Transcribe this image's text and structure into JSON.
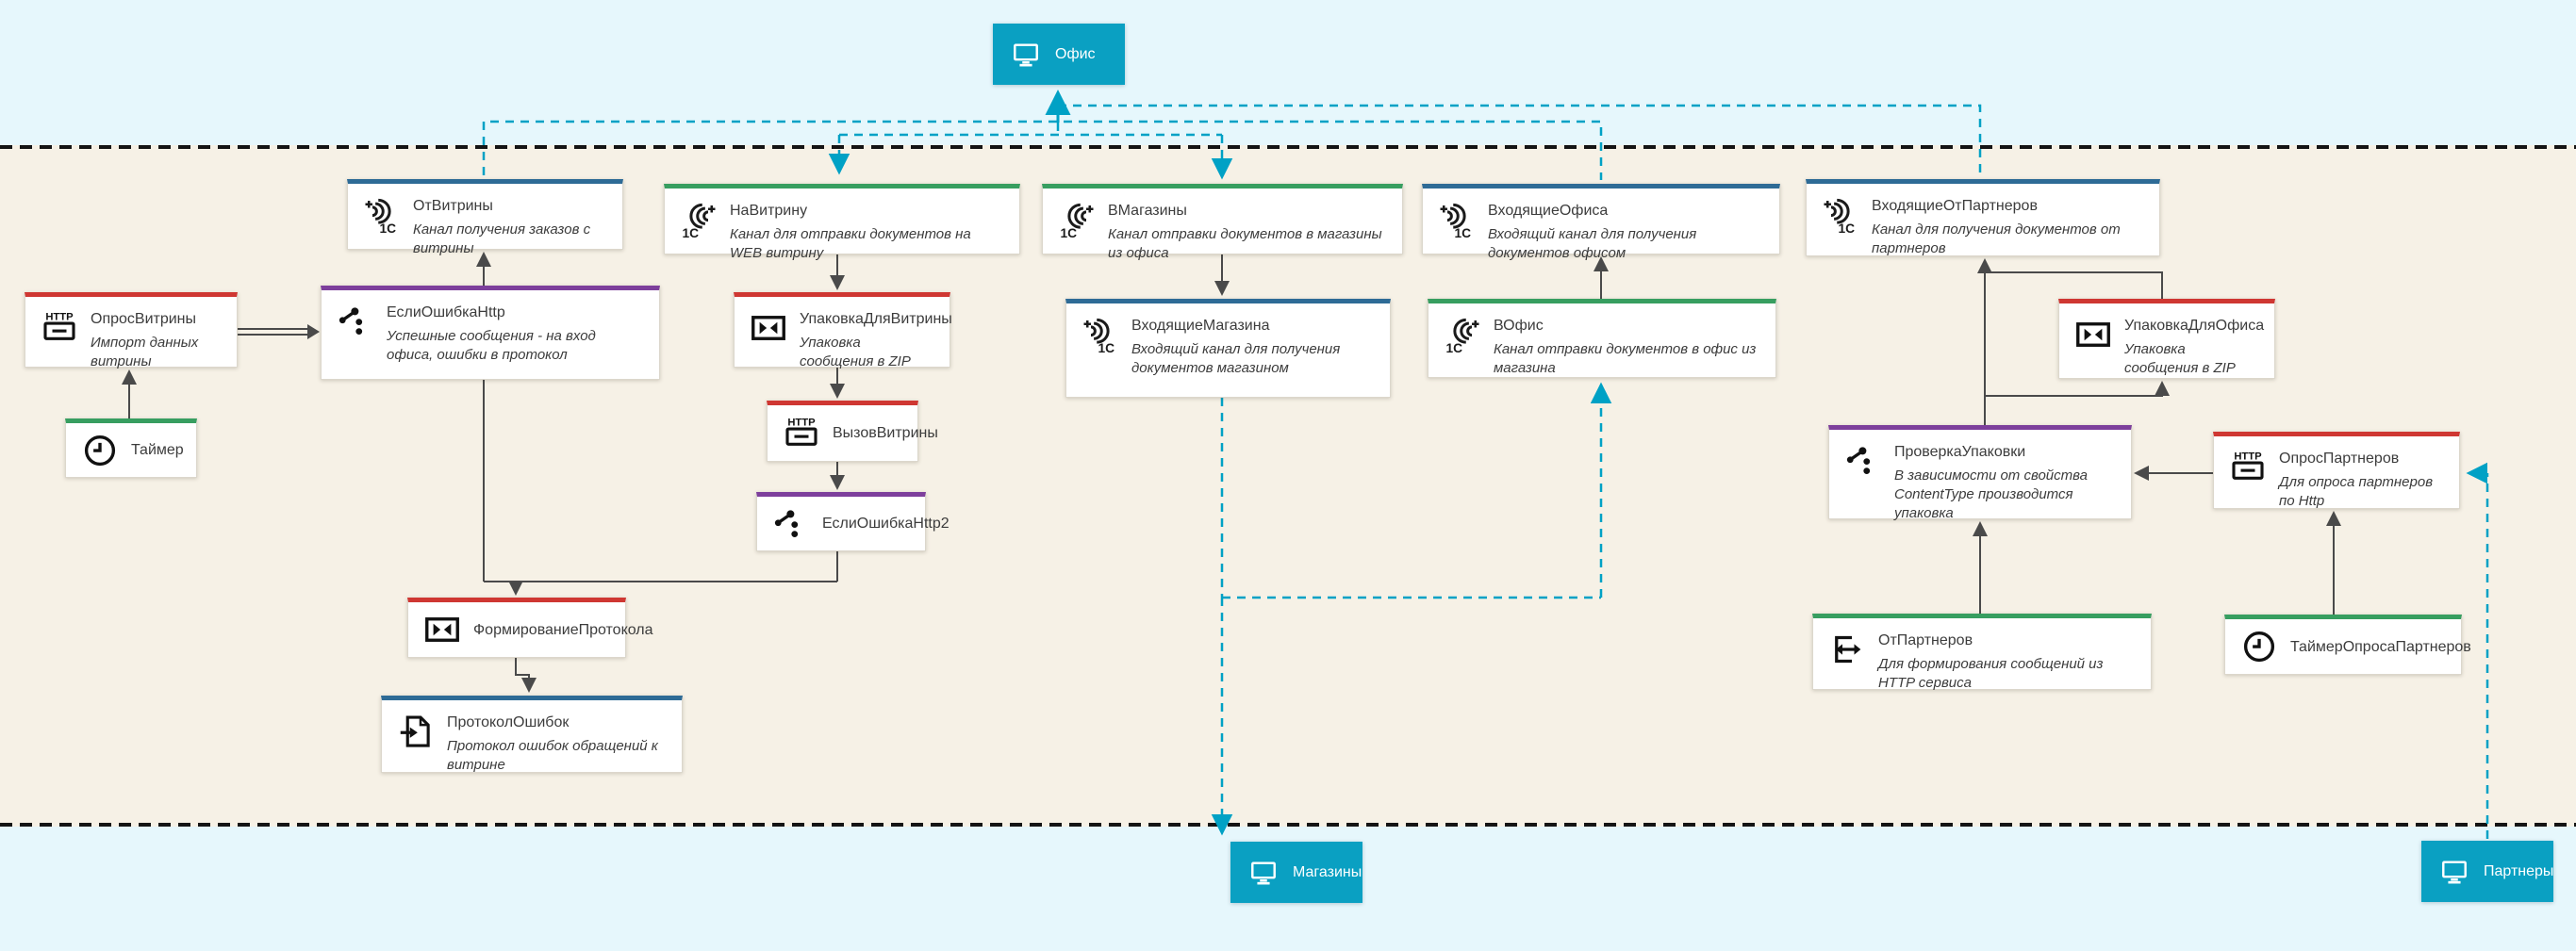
{
  "systems": {
    "office": {
      "label": "Офис"
    },
    "shops": {
      "label": "Магазины"
    },
    "partners": {
      "label": "Партнеры"
    }
  },
  "nodes": {
    "ot_vitriny": {
      "title": "ОтВитрины",
      "subtitle": "Канал получения заказов с витрины"
    },
    "na_vitrinu": {
      "title": "НаВитрину",
      "subtitle": "Канал для отправки документов на WEB витрину"
    },
    "v_magaziny": {
      "title": "ВМагазины",
      "subtitle": "Канал отправки документов в магазины из офиса"
    },
    "vhodyaschie_ofisa": {
      "title": "ВходящиеОфиса",
      "subtitle": "Входящий канал для получения документов офисом"
    },
    "vhodyaschie_ot_partnerov": {
      "title": "ВходящиеОтПартнеров",
      "subtitle": "Канал для получения документов от партнеров"
    },
    "opros_vitriny": {
      "title": "ОпросВитрины",
      "subtitle": "Импорт данных витрины"
    },
    "esli_oshibka_http": {
      "title": "ЕслиОшибкаHttp",
      "subtitle": "Успешные сообщения - на вход офиса, ошибки в протокол"
    },
    "upakovka_dlya_vitriny": {
      "title": "УпаковкаДляВитрины",
      "subtitle": "Упаковка сообщения в ZIP"
    },
    "vhodyaschie_magazina": {
      "title": "ВходящиеМагазина",
      "subtitle": "Входящий канал для получения документов магазином"
    },
    "v_ofis": {
      "title": "ВОфис",
      "subtitle": "Канал отправки документов в офис из магазина"
    },
    "upakovka_dlya_ofisa": {
      "title": "УпаковкаДляОфиса",
      "subtitle": "Упаковка сообщения в ZIP"
    },
    "taymer": {
      "title": "Таймер"
    },
    "vyzov_vitriny": {
      "title": "ВызовВитрины"
    },
    "proverka_upakovki": {
      "title": "ПроверкаУпаковки",
      "subtitle": "В зависимости от свойства ContentType производится упаковка"
    },
    "opros_partnerov": {
      "title": "ОпросПартнеров",
      "subtitle": "Для опроса партнеров по Http"
    },
    "esli_oshibka_http2": {
      "title": "ЕслиОшибкаHttp2"
    },
    "formirovanie_protokola": {
      "title": "ФормированиеПротокола"
    },
    "protokol_oshibok": {
      "title": "ПротоколОшибок",
      "subtitle": "Протокол ошибок обращений к витрине"
    },
    "ot_partnerov": {
      "title": "ОтПартнеров",
      "subtitle": "Для формирования сообщений из HTTP сервиса"
    },
    "taymer_oprosa_partnerov": {
      "title": "ТаймерОпросаПартнеров"
    }
  },
  "icon_http_label": "HTTP",
  "icon_1c_label": "1С",
  "colors": {
    "system_node": "#0aa0c2",
    "blue": "#2e6b96",
    "green": "#379e60",
    "red": "#cf3732",
    "purple": "#7d3f9c",
    "connector_dark": "#4a4a4a",
    "connector_flow": "#00a1c5",
    "zone_band": "#e6f7fc",
    "canvas": "#f6f1e6",
    "separator": "#141414"
  }
}
